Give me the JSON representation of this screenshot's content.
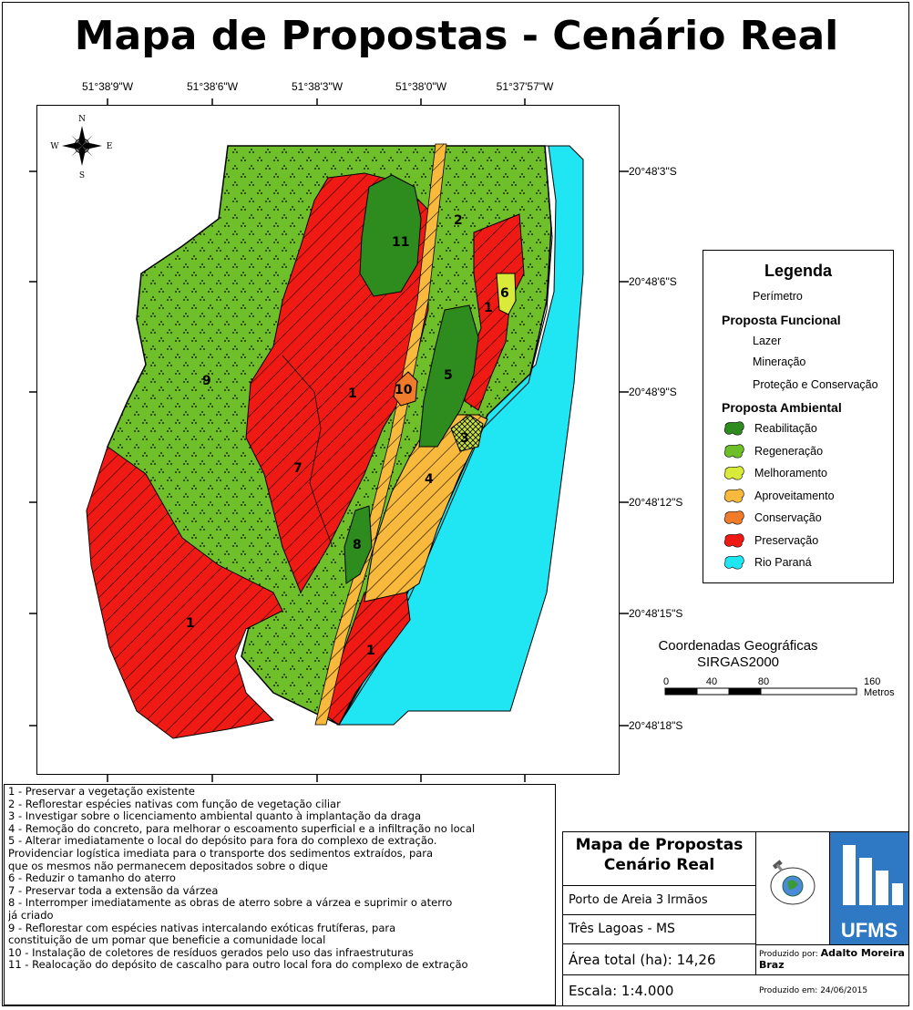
{
  "title": "Mapa de Propostas - Cenário Real",
  "longitudes": [
    "51°38'9\"W",
    "51°38'6\"W",
    "51°38'3\"W",
    "51°38'0\"W",
    "51°37'57\"W"
  ],
  "latitudes": [
    "20°48'3\"S",
    "20°48'6\"S",
    "20°48'9\"S",
    "20°48'12\"S",
    "20°48'15\"S",
    "20°48'18\"S"
  ],
  "map_labels": [
    "1",
    "1",
    "1",
    "1",
    "2",
    "3",
    "4",
    "5",
    "6",
    "7",
    "8",
    "9",
    "10",
    "11"
  ],
  "legend": {
    "title": "Legenda",
    "perimeter": "Perímetro",
    "functional_title": "Proposta Funcional",
    "functional": [
      "Lazer",
      "Mineração",
      "Proteção e Conservação"
    ],
    "environmental_title": "Proposta Ambiental",
    "environmental": [
      {
        "label": "Reabilitação",
        "color": "#2e8b1e"
      },
      {
        "label": "Regeneração",
        "color": "#6fbf2a"
      },
      {
        "label": "Melhoramento",
        "color": "#d8ea3a"
      },
      {
        "label": "Aproveitamento",
        "color": "#f8b93c"
      },
      {
        "label": "Conservação",
        "color": "#f07b2a"
      },
      {
        "label": "Preservação",
        "color": "#f01a14"
      },
      {
        "label": "Rio Paraná",
        "color": "#1fe6f2"
      }
    ]
  },
  "coordinates": {
    "line1": "Coordenadas Geográficas",
    "line2": "SIRGAS2000"
  },
  "scale_bar": {
    "ticks": [
      "0",
      "40",
      "80",
      "160 Metros"
    ]
  },
  "notes": [
    "1 - Preservar a vegetação existente",
    "2 - Reflorestar espécies nativas com função de vegetação ciliar",
    "3 - Investigar sobre o licenciamento ambiental quanto à implantação da draga",
    "4 - Remoção do concreto, para melhorar o escoamento superficial e a infiltração no local",
    "5 - Alterar imediatamente o local do depósito para fora do complexo de extração.",
    "Providenciar logística imediata para o transporte dos sedimentos extraídos, para",
    "que os mesmos não permanecem depositados sobre o dique",
    "6 - Reduzir o tamanho do aterro",
    "7 - Preservar toda a extensão da várzea",
    "8 -  Interromper imediatamente as obras de aterro sobre a várzea e suprimir o aterro",
    " já criado",
    "9 - Reflorestar com espécies nativas intercalando exóticas frutíferas, para",
    "constituição de um pomar que beneficie a comunidade local",
    "10 - Instalação de coletores de resíduos gerados pelo uso das infraestruturas",
    "11 - Realocação do depósito de cascalho para outro local fora do complexo de extração"
  ],
  "title_block": {
    "map_title_1": "Mapa de Propostas",
    "map_title_2": "Cenário Real",
    "place": "Porto de Areia 3 Irmãos",
    "city": "Três Lagoas - MS",
    "area": "Área total (ha): 14,26",
    "scale": "Escala: 1:4.000",
    "produced_by_label": "Produzido por: ",
    "produced_by_name": "Adalto Moreira Braz",
    "produced_on": "Produzido em: 24/06/2015",
    "logo_text": "UFMS"
  }
}
